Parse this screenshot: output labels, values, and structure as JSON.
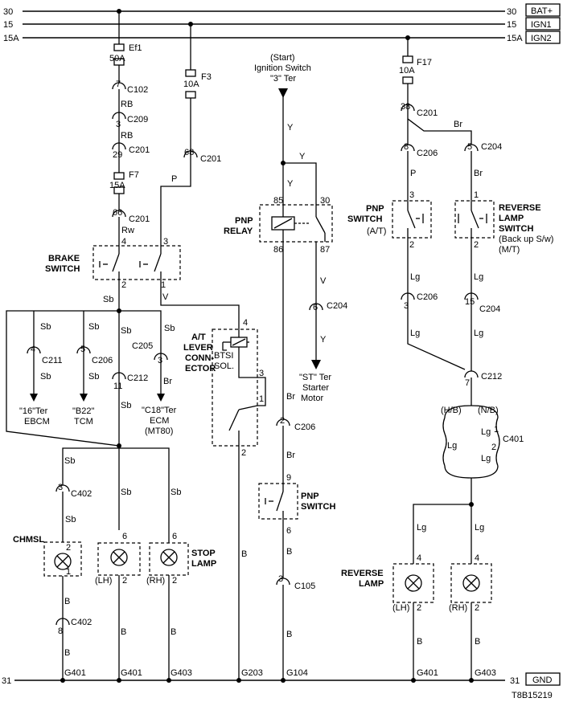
{
  "rails": {
    "bat": {
      "left": "30",
      "right": "30",
      "name": "BAT+"
    },
    "ign1": {
      "left": "15",
      "right": "15",
      "name": "IGN1"
    },
    "ign2": {
      "left": "15A",
      "right": "15A",
      "name": "IGN2"
    },
    "gnd": {
      "left": "31",
      "right": "31",
      "name": "GND"
    }
  },
  "fuses": {
    "ef1": {
      "name": "Ef1",
      "rating": "50A"
    },
    "f7": {
      "name": "F7",
      "rating": "15A"
    },
    "f3": {
      "name": "F3",
      "rating": "10A"
    },
    "f17": {
      "name": "F17",
      "rating": "10A"
    }
  },
  "connectors": {
    "c102": {
      "pin": "7",
      "name": "C102"
    },
    "c209": {
      "pin": "3",
      "name": "C209"
    },
    "c201a": {
      "pin": "29",
      "name": "C201"
    },
    "c201b": {
      "pin": "66",
      "name": "C201"
    },
    "c201c": {
      "pin": "68",
      "name": "C201"
    },
    "c201d": {
      "pin": "38",
      "name": "C201"
    },
    "c211": {
      "pin": "4",
      "name": "C211"
    },
    "c206a": {
      "pin": "5",
      "name": "C206"
    },
    "c205": {
      "name": "C205",
      "pin": "3"
    },
    "c212a": {
      "pin": "11",
      "name": "C212"
    },
    "c204a": {
      "pin": "6",
      "name": "C204"
    },
    "c206b": {
      "pin": "2",
      "name": "C206"
    },
    "c105": {
      "pin": "3",
      "name": "C105"
    },
    "c206c": {
      "pin": "8",
      "name": "C206"
    },
    "c204b": {
      "pin": "5",
      "name": "C204"
    },
    "c206d": {
      "pin": "3",
      "name": "C206"
    },
    "c204c": {
      "pin": "15",
      "name": "C204"
    },
    "c212b": {
      "pin": "7",
      "name": "C212"
    },
    "c401": {
      "name": "C401",
      "pin_top": "1",
      "pin_bot": "2"
    },
    "c402a": {
      "pin": "3",
      "name": "C402"
    },
    "c402b": {
      "pin": "8",
      "name": "C402"
    }
  },
  "wires": {
    "rb": "RB",
    "rw": "Rw",
    "p": "P",
    "sb": "Sb",
    "v": "V",
    "y": "Y",
    "br": "Br",
    "lg": "Lg",
    "b": "B"
  },
  "components": {
    "brake_switch": {
      "line1": "BRAKE",
      "line2": "SWITCH",
      "pins": [
        "4",
        "3",
        "2",
        "1"
      ]
    },
    "ignition": {
      "line1": "(Start)",
      "line2": "Ignition Switch",
      "line3": "\"3\" Ter"
    },
    "pnp_relay": {
      "line1": "PNP",
      "line2": "RELAY",
      "pins": [
        "85",
        "30",
        "86",
        "87"
      ]
    },
    "starter": {
      "line1": "\"ST\" Ter",
      "line2": "Starter",
      "line3": "Motor"
    },
    "at_lever": {
      "line1": "A/T",
      "line2": "LEVER",
      "line3": "CONN-",
      "line4": "ECTOR",
      "sol1": "BTSI",
      "sol2": "SOL.",
      "pins": [
        "4",
        "3",
        "1",
        "2"
      ]
    },
    "ebcm": {
      "line1": "\"16\"Ter",
      "line2": "EBCM"
    },
    "tcm": {
      "line1": "\"B22\"",
      "line2": "TCM"
    },
    "ecm": {
      "line1": "\"C18\"Ter",
      "line2": "ECM",
      "line3": "(MT80)"
    },
    "pnp_switch_at": {
      "line1": "PNP",
      "line2": "SWITCH",
      "line3": "(A/T)",
      "pins": [
        "3",
        "2"
      ]
    },
    "reverse_lamp_switch": {
      "line1": "REVERSE",
      "line2": "LAMP",
      "line3": "SWITCH",
      "line4": "(Back up S/w)",
      "line5": "(M/T)",
      "pins": [
        "1",
        "2"
      ]
    },
    "pnp_switch_mt": {
      "line1": "PNP",
      "line2": "SWITCH",
      "pins": [
        "9",
        "6"
      ]
    },
    "chmsl": {
      "name": "CHMSL",
      "pins": [
        "2",
        "1"
      ]
    },
    "stop_lamp": {
      "line1": "STOP",
      "line2": "LAMP",
      "lh": "(LH)",
      "rh": "(RH)",
      "pins": [
        "6",
        "2"
      ]
    },
    "reverse_lamp": {
      "line1": "REVERSE",
      "line2": "LAMP",
      "lh": "(LH)",
      "rh": "(RH)",
      "pins": [
        "4",
        "2"
      ]
    },
    "hb": "(H/B)",
    "nb": "(N/B)"
  },
  "grounds": {
    "g401a": "G401",
    "g401b": "G401",
    "g403a": "G403",
    "g203": "G203",
    "g104": "G104",
    "g401c": "G401",
    "g403b": "G403"
  },
  "figure_code": "T8B15219"
}
